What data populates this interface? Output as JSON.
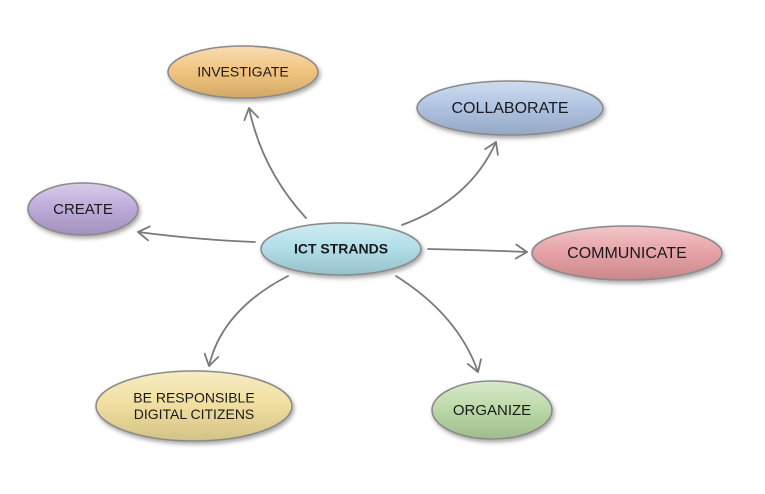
{
  "center": {
    "label": "ICT STRANDS",
    "color": "#a9dbe6"
  },
  "nodes": [
    {
      "id": "investigate",
      "lines": [
        "INVESTIGATE"
      ],
      "color": "#f0bf74"
    },
    {
      "id": "collaborate",
      "lines": [
        "COLLABORATE"
      ],
      "color": "#a8bfe0"
    },
    {
      "id": "create",
      "lines": [
        "CREATE"
      ],
      "color": "#b7a3d6"
    },
    {
      "id": "communicate",
      "lines": [
        "COMMUNICATE"
      ],
      "color": "#e59a9e"
    },
    {
      "id": "organize",
      "lines": [
        "ORGANIZE"
      ],
      "color": "#b6d6a0"
    },
    {
      "id": "be-responsible",
      "lines": [
        "BE RESPONSIBLE",
        "DIGITAL CITIZENS"
      ],
      "color": "#efdc96"
    }
  ]
}
